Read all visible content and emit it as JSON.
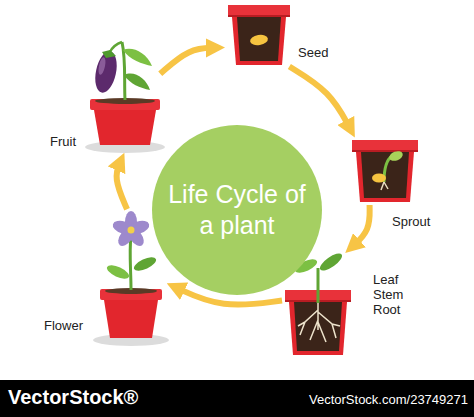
{
  "diagram": {
    "nodes": [
      {
        "text": [
          "Life Cycle of a plant"
        ]
      },
      {
        "text": [
          "Seed"
        ]
      },
      {
        "text": [
          "Sprout"
        ]
      },
      {
        "text": [
          "Leaf Stem Root"
        ]
      },
      {
        "text": [
          "Flower"
        ]
      },
      {
        "text": [
          "Fruit"
        ]
      }
    ],
    "edges": [
      {
        "from": 1,
        "to": 2,
        "arrow": "to"
      },
      {
        "from": 2,
        "to": 3,
        "arrow": "to"
      },
      {
        "from": 3,
        "to": 4,
        "arrow": "to"
      },
      {
        "from": 4,
        "to": 5,
        "arrow": "to"
      },
      {
        "from": 5,
        "to": 1,
        "arrow": "to"
      }
    ],
    "labels": [
      "VectorStock®",
      "VectorStock.com/23749271"
    ]
  }
}
